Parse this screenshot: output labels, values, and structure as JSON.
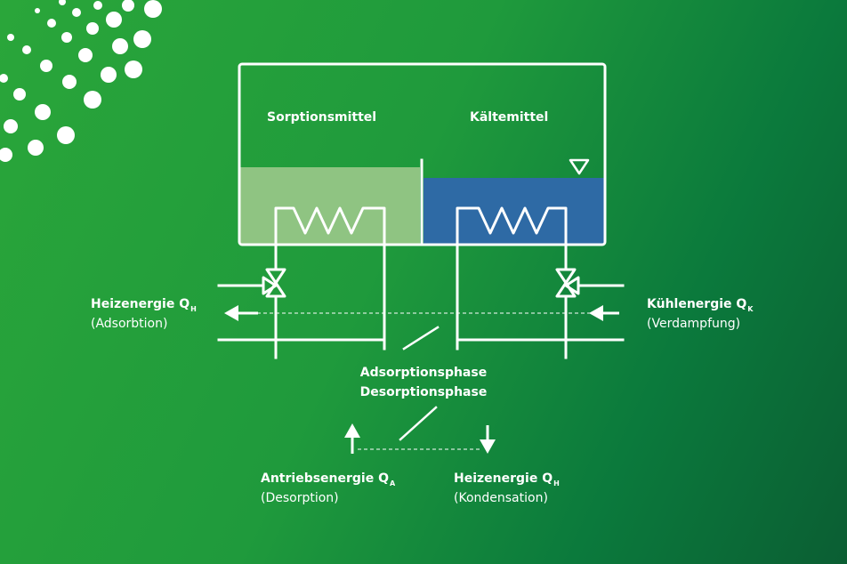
{
  "tank": {
    "left_label": "Sorptionsmittel",
    "right_label": "Kältemittel"
  },
  "labels": {
    "heating_left": {
      "main": "Heizenergie Q",
      "sub": "H",
      "paren": "(Adsorbtion)"
    },
    "cooling": {
      "main": "Kühlenergie Q",
      "sub": "K",
      "paren": "(Verdampfung)"
    },
    "phase_1": "Adsorptionsphase",
    "phase_2": "Desorptionsphase",
    "drive": {
      "main": "Antriebsenergie Q",
      "sub": "A",
      "paren": "(Desorption)"
    },
    "heating_bottom": {
      "main": "Heizenergie Q",
      "sub": "H",
      "paren": "(Kondensation)"
    }
  },
  "colors": {
    "sorbent_fill": "#8fc482",
    "refrigerant_fill": "#2e6aa5",
    "line": "#ffffff"
  },
  "icons": [
    "dot-pattern-icon",
    "level-marker-icon",
    "valve-icon",
    "heat-exchanger-coil-icon",
    "arrow-icon"
  ]
}
